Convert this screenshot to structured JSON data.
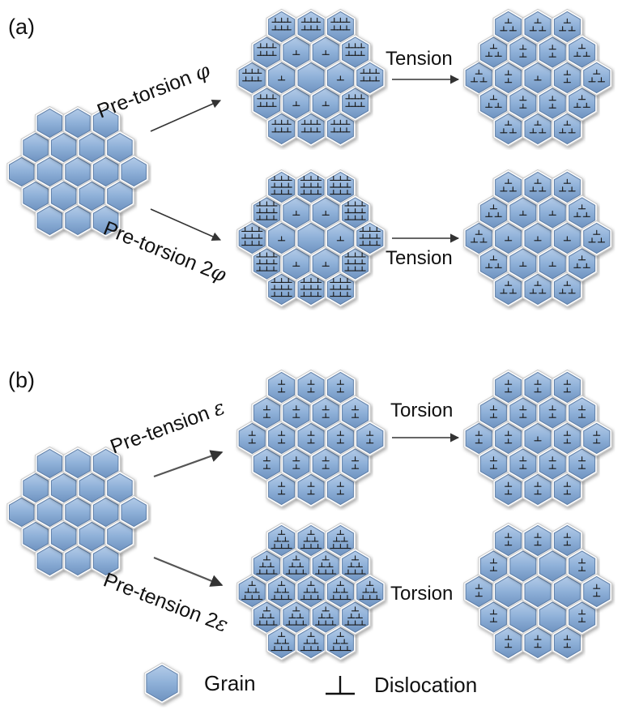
{
  "panel_a": {
    "label": "(a)",
    "upper_route": "Pre-torsion ",
    "upper_symbol": "φ",
    "lower_route": "Pre-torsion 2",
    "lower_symbol": "φ",
    "upper_action": "Tension",
    "lower_action": "Tension"
  },
  "panel_b": {
    "label": "(b)",
    "upper_route": "Pre-tension ",
    "upper_symbol": "ε",
    "lower_route": "Pre-tension 2",
    "lower_symbol": "ε",
    "upper_action": "Torsion",
    "lower_action": "Torsion"
  },
  "legend": {
    "grain_label": "Grain",
    "dislocation_label": "Dislocation"
  },
  "colors": {
    "grain_fill": "#8eb0d8",
    "grain_stroke": "#5f7fa8",
    "dislocation": "#1a1a1a",
    "arrow": "#333333"
  }
}
